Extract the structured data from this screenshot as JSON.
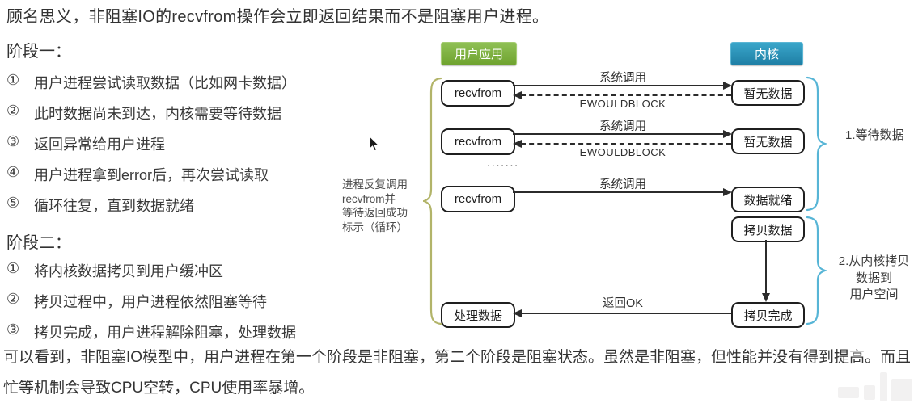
{
  "page": {
    "title": "顾名思义，非阻塞IO的recvfrom操作会立即返回结果而不是阻塞用户进程。",
    "footer_line1": "可以看到，非阻塞IO模型中，用户进程在第一个阶段是非阻塞，第二个阶段是阻塞状态。虽然是非阻塞，但性能并没有得到提高。而且",
    "footer_line2": "忙等机制会导致CPU空转，CPU使用率暴增。"
  },
  "phase1": {
    "heading": "阶段一：",
    "items": [
      {
        "num": "①",
        "text": "用户进程尝试读取数据（比如网卡数据）"
      },
      {
        "num": "②",
        "text": "此时数据尚未到达，内核需要等待数据"
      },
      {
        "num": "③",
        "text": "返回异常给用户进程"
      },
      {
        "num": "④",
        "text": "用户进程拿到error后，再次尝试读取"
      },
      {
        "num": "⑤",
        "text": "循环往复，直到数据就绪"
      }
    ]
  },
  "phase2": {
    "heading": "阶段二：",
    "items": [
      {
        "num": "①",
        "text": "将内核数据拷贝到用户缓冲区"
      },
      {
        "num": "②",
        "text": "拷贝过程中，用户进程依然阻塞等待"
      },
      {
        "num": "③",
        "text": "拷贝完成，用户进程解除阻塞，处理数据"
      }
    ]
  },
  "diagram": {
    "user_app_label": "用户应用",
    "kernel_label": "内核",
    "recvfrom_1": "recvfrom",
    "recvfrom_2": "recvfrom",
    "recvfrom_3": "recvfrom",
    "no_data_1": "暂无数据",
    "no_data_2": "暂无数据",
    "data_ready": "数据就绪",
    "copy_data": "拷贝数据",
    "copy_done": "拷贝完成",
    "process_data": "处理数据",
    "syscall_1": "系统调用",
    "ewouldblock_1": "EWOULDBLOCK",
    "syscall_2": "系统调用",
    "ewouldblock_2": "EWOULDBLOCK",
    "ellipsis": ".......",
    "syscall_3": "系统调用",
    "return_ok": "返回OK",
    "loop_note_line1": "进程反复调用",
    "loop_note_line2": "recvfrom并",
    "loop_note_line3": "等待返回成功",
    "loop_note_line4": "标示（循环）",
    "stage1_label": "1.等待数据",
    "stage2_line1": "2.从内核拷贝",
    "stage2_line2": "数据到",
    "stage2_line3": "用户空间",
    "colors": {
      "user_app_green": "#7fb440",
      "kernel_blue": "#2b93b8",
      "brace_olive": "#b2b469",
      "brace_blue": "#57b5d6",
      "line_dark": "#2b2b2b"
    }
  }
}
